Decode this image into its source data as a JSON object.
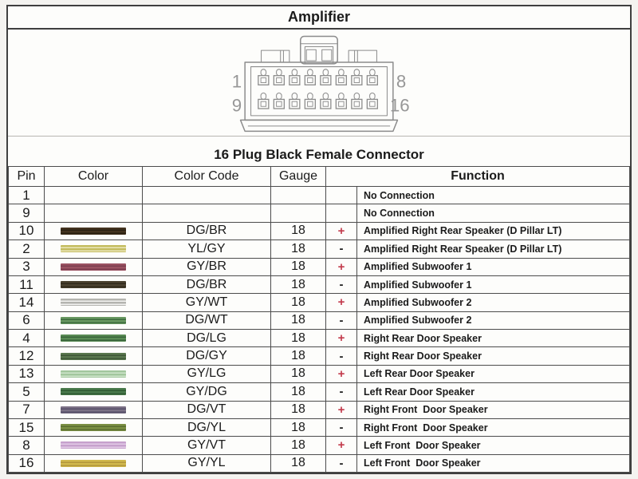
{
  "title": "Amplifier",
  "connector": {
    "subtitle": "16 Plug Black Female Connector",
    "pin_labels": {
      "top_left": "1",
      "top_right": "8",
      "bottom_left": "9",
      "bottom_right": "16"
    }
  },
  "table": {
    "headers": {
      "pin": "Pin",
      "color": "Color",
      "color_code": "Color Code",
      "gauge": "Gauge",
      "function": "Function"
    },
    "rows": [
      {
        "pin": "1",
        "color_code": "",
        "gauge": "",
        "polarity": "",
        "function": "No Connection",
        "wire": null
      },
      {
        "pin": "9",
        "color_code": "",
        "gauge": "",
        "polarity": "",
        "function": "No Connection",
        "wire": null
      },
      {
        "pin": "10",
        "color_code": "DG/BR",
        "gauge": "18",
        "polarity": "+",
        "function": "Amplified Right Rear Speaker (D Pillar LT)",
        "wire": {
          "base": "#43331f",
          "stripe": "#2a2012"
        }
      },
      {
        "pin": "2",
        "color_code": "YL/GY",
        "gauge": "18",
        "polarity": "-",
        "function": "Amplified Right Rear Speaker (D Pillar LT)",
        "wire": {
          "base": "#c4bc5f",
          "stripe": "#ebe7bb"
        }
      },
      {
        "pin": "3",
        "color_code": "GY/BR",
        "gauge": "18",
        "polarity": "+",
        "function": "Amplified Subwoofer 1",
        "wire": {
          "base": "#9b5262",
          "stripe": "#7b3d4f"
        }
      },
      {
        "pin": "11",
        "color_code": "DG/BR",
        "gauge": "18",
        "polarity": "-",
        "function": "Amplified Subwoofer 1",
        "wire": {
          "base": "#4b4230",
          "stripe": "#302a1b"
        }
      },
      {
        "pin": "14",
        "color_code": "GY/WT",
        "gauge": "18",
        "polarity": "+",
        "function": "Amplified Subwoofer 2",
        "wire": {
          "base": "#b4b4af",
          "stripe": "#f3f3f1"
        }
      },
      {
        "pin": "6",
        "color_code": "DG/WT",
        "gauge": "18",
        "polarity": "-",
        "function": "Amplified Subwoofer 2",
        "wire": {
          "base": "#689861",
          "stripe": "#3d6b3d"
        }
      },
      {
        "pin": "4",
        "color_code": "DG/LG",
        "gauge": "18",
        "polarity": "+",
        "function": "Right Rear Door Speaker",
        "wire": {
          "base": "#598b54",
          "stripe": "#376339"
        }
      },
      {
        "pin": "12",
        "color_code": "DG/GY",
        "gauge": "18",
        "polarity": "-",
        "function": "Right Rear Door Speaker",
        "wire": {
          "base": "#5a774e",
          "stripe": "#3e5737"
        }
      },
      {
        "pin": "13",
        "color_code": "GY/LG",
        "gauge": "18",
        "polarity": "+",
        "function": "Left Rear Door Speaker",
        "wire": {
          "base": "#a2c69d",
          "stripe": "#cfe5cb"
        }
      },
      {
        "pin": "5",
        "color_code": "GY/DG",
        "gauge": "18",
        "polarity": "-",
        "function": "Left Rear Door Speaker",
        "wire": {
          "base": "#4a7a4c",
          "stripe": "#2f5a32"
        }
      },
      {
        "pin": "7",
        "color_code": "DG/VT",
        "gauge": "18",
        "polarity": "+",
        "function": "Right Front  Door Speaker",
        "wire": {
          "base": "#7b7186",
          "stripe": "#564f68"
        }
      },
      {
        "pin": "15",
        "color_code": "DG/YL",
        "gauge": "18",
        "polarity": "-",
        "function": "Right Front  Door Speaker",
        "wire": {
          "base": "#7b8f44",
          "stripe": "#5a6e31"
        }
      },
      {
        "pin": "8",
        "color_code": "GY/VT",
        "gauge": "18",
        "polarity": "+",
        "function": "Left Front  Door Speaker",
        "wire": {
          "base": "#c6a1cd",
          "stripe": "#e3cce7"
        }
      },
      {
        "pin": "16",
        "color_code": "GY/YL",
        "gauge": "18",
        "polarity": "-",
        "function": "Left Front  Door Speaker",
        "wire": {
          "base": "#d0b84d",
          "stripe": "#b2963b"
        }
      }
    ]
  },
  "colors": {
    "polarity_plus": "#c23a4b",
    "polarity_minus": "#1d1d1d",
    "table_border": "#4c4c4c",
    "text": "#1b1b1b",
    "connector_sketch": "#8c8c8c",
    "connector_pin_number": "#979797"
  }
}
